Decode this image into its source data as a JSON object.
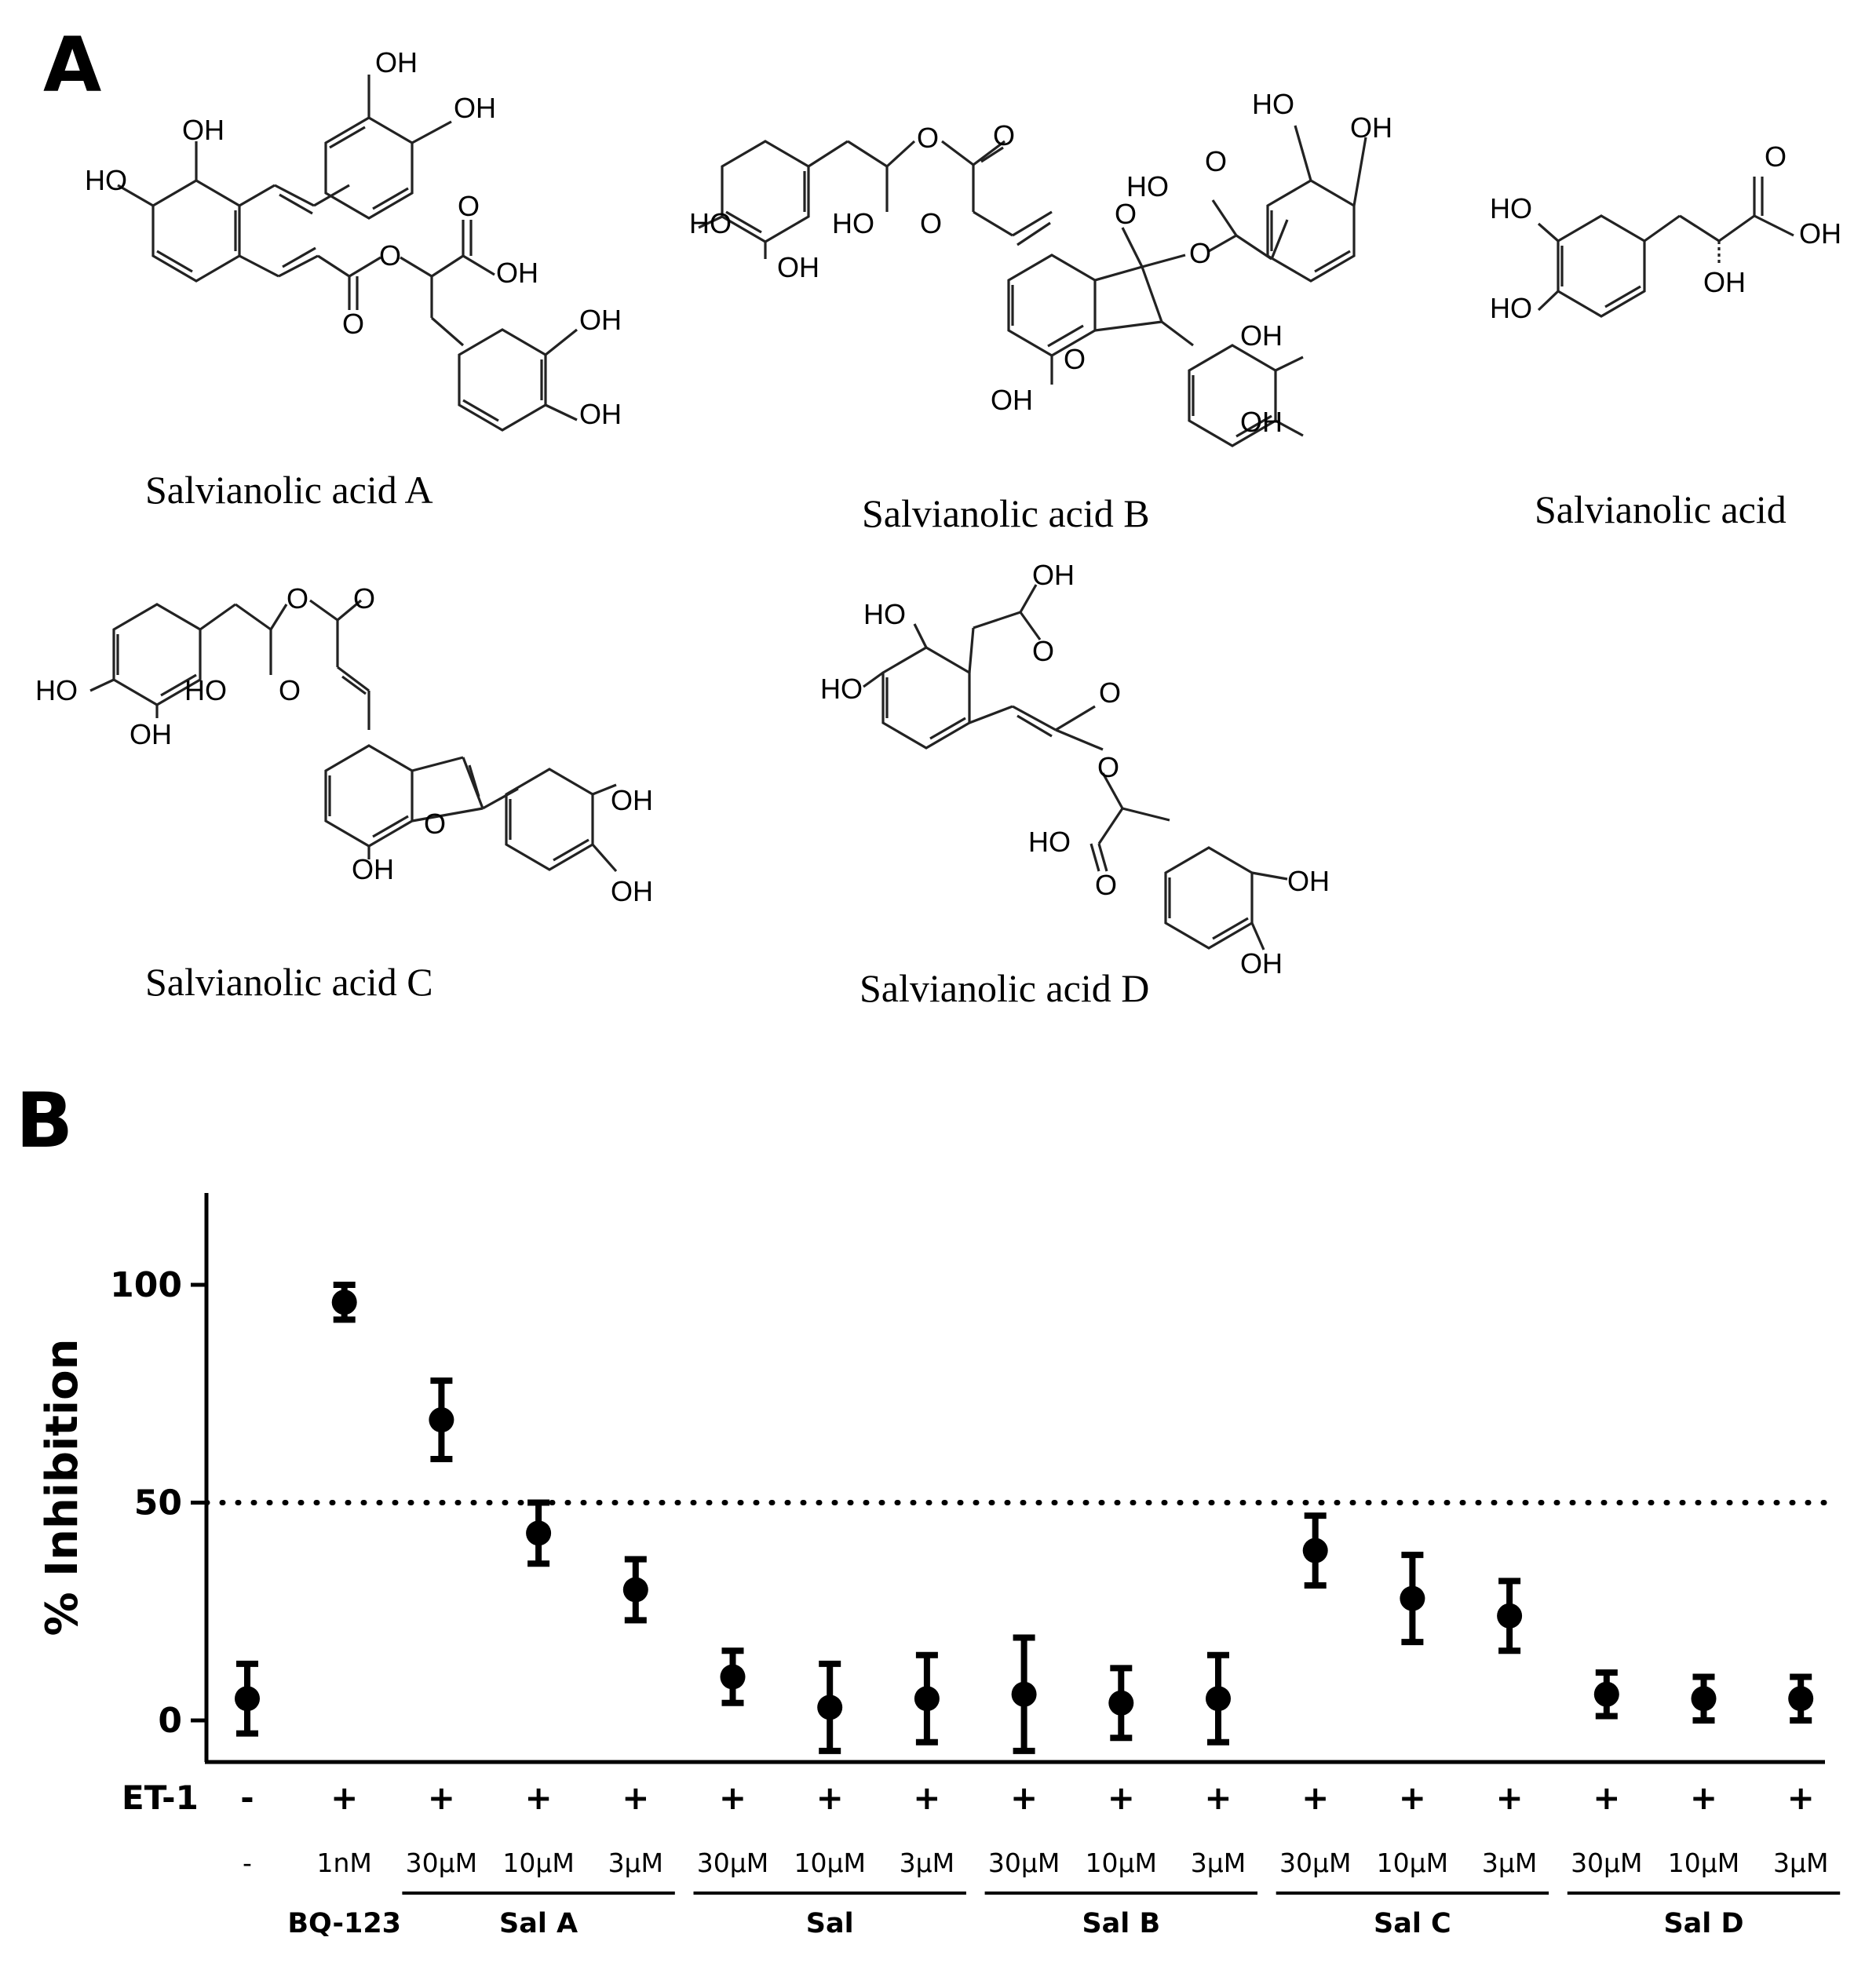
{
  "panels": {
    "a": "A",
    "b": "B"
  },
  "molecules": [
    {
      "caption": "Salvianolic acid A",
      "labels": [
        "OH",
        "OH",
        "OH",
        "HO",
        "O",
        "O",
        "OH",
        "O",
        "OH",
        "OH"
      ]
    },
    {
      "caption": "Salvianolic acid B",
      "labels": [
        "O",
        "O",
        "HO",
        "OH",
        "HO",
        "O",
        "HO",
        "OH",
        "HO",
        "O",
        "O",
        "O",
        "O",
        "OH",
        "OH",
        "OH"
      ]
    },
    {
      "caption": "Salvianolic acid",
      "labels": [
        "O",
        "HO",
        "OH",
        "HO",
        "OH"
      ]
    },
    {
      "caption": "Salvianolic acid C",
      "labels": [
        "O",
        "O",
        "HO",
        "OH",
        "HO",
        "O",
        "O",
        "OH",
        "OH",
        "OH"
      ]
    },
    {
      "caption": "Salvianolic acid D",
      "labels": [
        "OH",
        "HO",
        "O",
        "HO",
        "O",
        "O",
        "HO",
        "O",
        "OH",
        "OH"
      ]
    }
  ],
  "chart_data": {
    "type": "scatter",
    "ylabel": "% Inhibition",
    "ylim": [
      -10,
      120
    ],
    "yticks": [
      0,
      50,
      100
    ],
    "reference_line": 50,
    "row_labels": {
      "et1": "ET-1"
    },
    "categories": [
      "-",
      "1nM",
      "30µM",
      "10µM",
      "3µM",
      "30µM",
      "10µM",
      "3µM",
      "30µM",
      "10µM",
      "3µM",
      "30µM",
      "10µM",
      "3µM",
      "30µM",
      "10µM",
      "3µM"
    ],
    "et1": [
      "-",
      "+",
      "+",
      "+",
      "+",
      "+",
      "+",
      "+",
      "+",
      "+",
      "+",
      "+",
      "+",
      "+",
      "+",
      "+",
      "+"
    ],
    "values": [
      5,
      96,
      69,
      43,
      30,
      10,
      3,
      5,
      6,
      4,
      5,
      39,
      28,
      24,
      6,
      5,
      5
    ],
    "errors": [
      8,
      4,
      9,
      7,
      7,
      6,
      10,
      10,
      13,
      8,
      10,
      8,
      10,
      8,
      5,
      5,
      5
    ],
    "groups": [
      {
        "label": "BQ-123",
        "start": 1,
        "end": 1,
        "underline": false
      },
      {
        "label": "Sal A",
        "start": 2,
        "end": 4,
        "underline": true
      },
      {
        "label": "Sal",
        "start": 5,
        "end": 7,
        "underline": true
      },
      {
        "label": "Sal B",
        "start": 8,
        "end": 10,
        "underline": true
      },
      {
        "label": "Sal C",
        "start": 11,
        "end": 13,
        "underline": true
      },
      {
        "label": "Sal D",
        "start": 14,
        "end": 16,
        "underline": true
      }
    ]
  }
}
